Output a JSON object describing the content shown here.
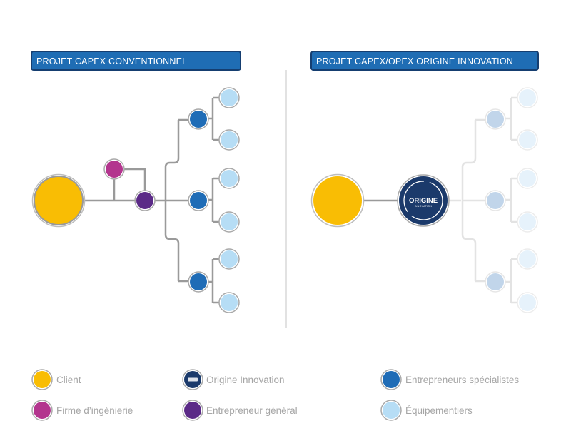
{
  "headers": {
    "left": "PROJET CAPEX CONVENTIONNEL",
    "right": "PROJET CAPEX/OPEX ORIGINE INNOVATION"
  },
  "logo": {
    "name": "ORIGINE",
    "tagline": "INNOVATION"
  },
  "legend": {
    "client": "Client",
    "origine_innovation": "Origine Innovation",
    "entrepreneurs_specialistes": "Entrepreneurs spécialistes",
    "firme_ingenierie": "Firme d’ingénierie",
    "entrepreneur_general": "Entrepreneur général",
    "equipementiers": "Équipementiers"
  },
  "colors": {
    "header_bg": "#1f6db4",
    "header_border": "#153e70",
    "client": "#f9bd04",
    "firme_ingenierie": "#b3358e",
    "entrepreneur_general": "#5b2a87",
    "entrepreneurs_specialistes": "#1f6cb6",
    "equipementiers": "#b6ddf5",
    "origine_innovation": "#1b3a6b",
    "connector": "#9a9a9a",
    "faded_connector": "#e3e3e3"
  }
}
